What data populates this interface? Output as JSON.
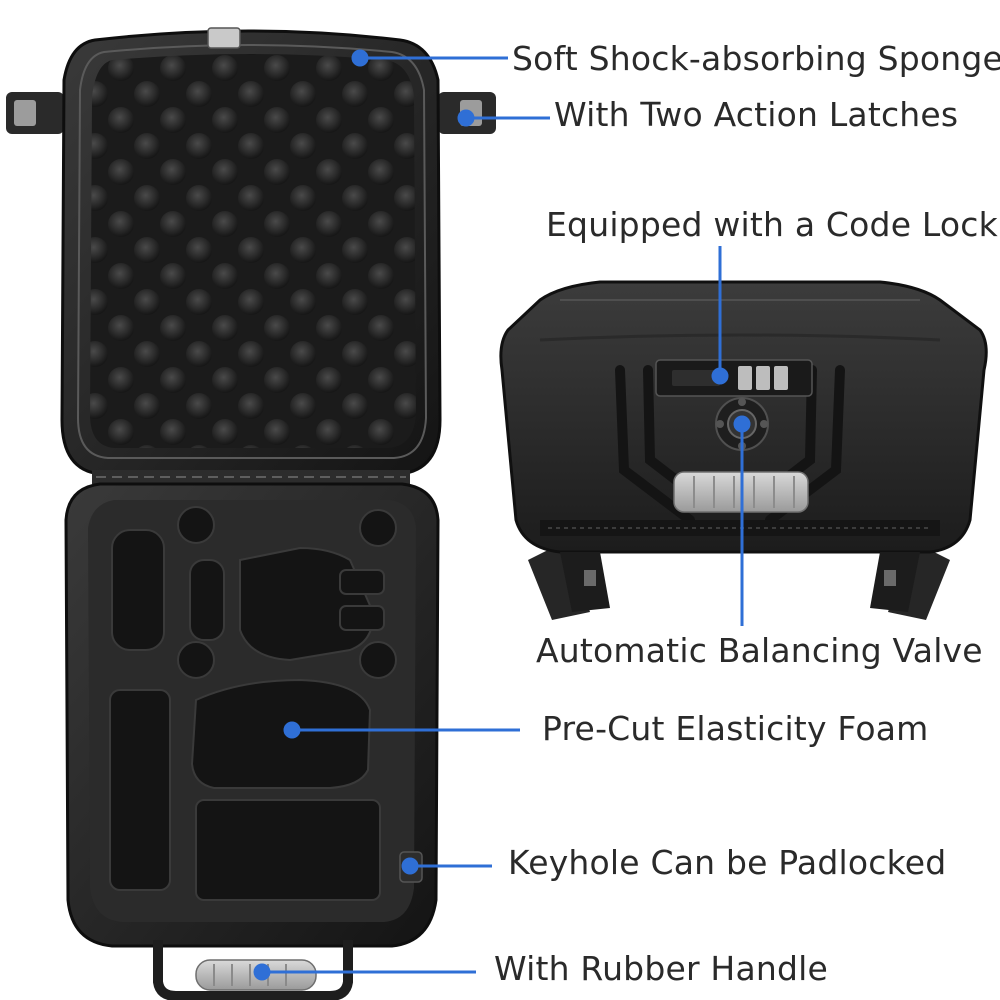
{
  "accent_color": "#2f6fd6",
  "callouts": {
    "sponge": "Soft Shock-absorbing Sponge",
    "latches": "With Two Action Latches",
    "code_lock": "Equipped with a Code Lock",
    "valve": "Automatic Balancing Valve",
    "foam": "Pre-Cut Elasticity Foam",
    "keyhole": "Keyhole Can be Padlocked",
    "handle": "With Rubber Handle"
  }
}
